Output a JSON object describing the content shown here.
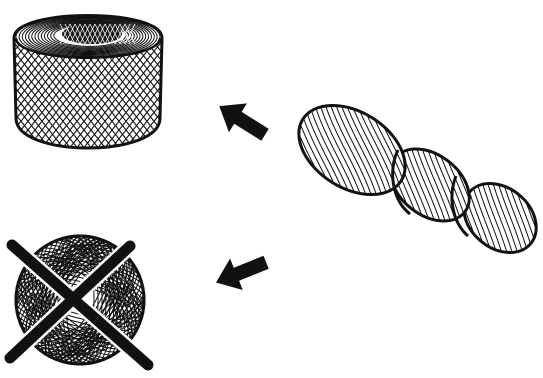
{
  "illustration": {
    "items": [
      {
        "id": "cake",
        "icon": "yarn-cake-icon"
      },
      {
        "id": "skein",
        "icon": "yarn-skein-icon"
      },
      {
        "id": "ball",
        "icon": "yarn-ball-icon",
        "crossed_out": true
      }
    ],
    "arrows": [
      {
        "from": "skein",
        "to": "cake",
        "icon": "arrow-left-up-icon"
      },
      {
        "from": "skein",
        "to": "ball",
        "icon": "arrow-left-down-icon"
      }
    ],
    "colors": {
      "ink": "#111111",
      "paper": "#ffffff"
    }
  }
}
